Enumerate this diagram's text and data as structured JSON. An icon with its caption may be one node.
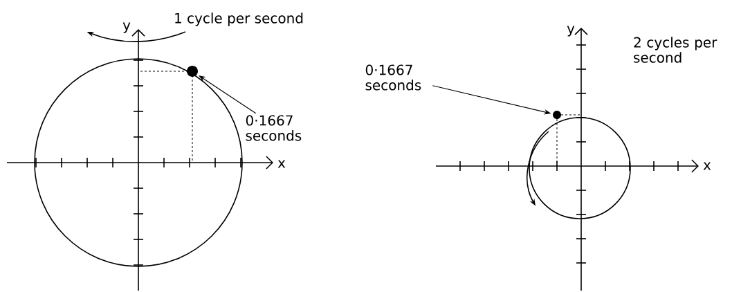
{
  "diagram": {
    "nodes": [
      {
        "text": [
          "0·1667 seconds"
        ]
      },
      {
        "text": [],
        "shape": "circle"
      },
      {
        "text": [
          "0·1667 seconds"
        ]
      },
      {
        "text": [],
        "shape": "circle"
      }
    ],
    "edges": [
      {
        "from": 0,
        "to": 1,
        "arrow": "to"
      },
      {
        "from": 2,
        "to": 3,
        "arrow": "to"
      }
    ],
    "labels": [
      "y",
      "1 cycle per second",
      "x",
      "y",
      "2 cycles per second",
      "x"
    ]
  }
}
